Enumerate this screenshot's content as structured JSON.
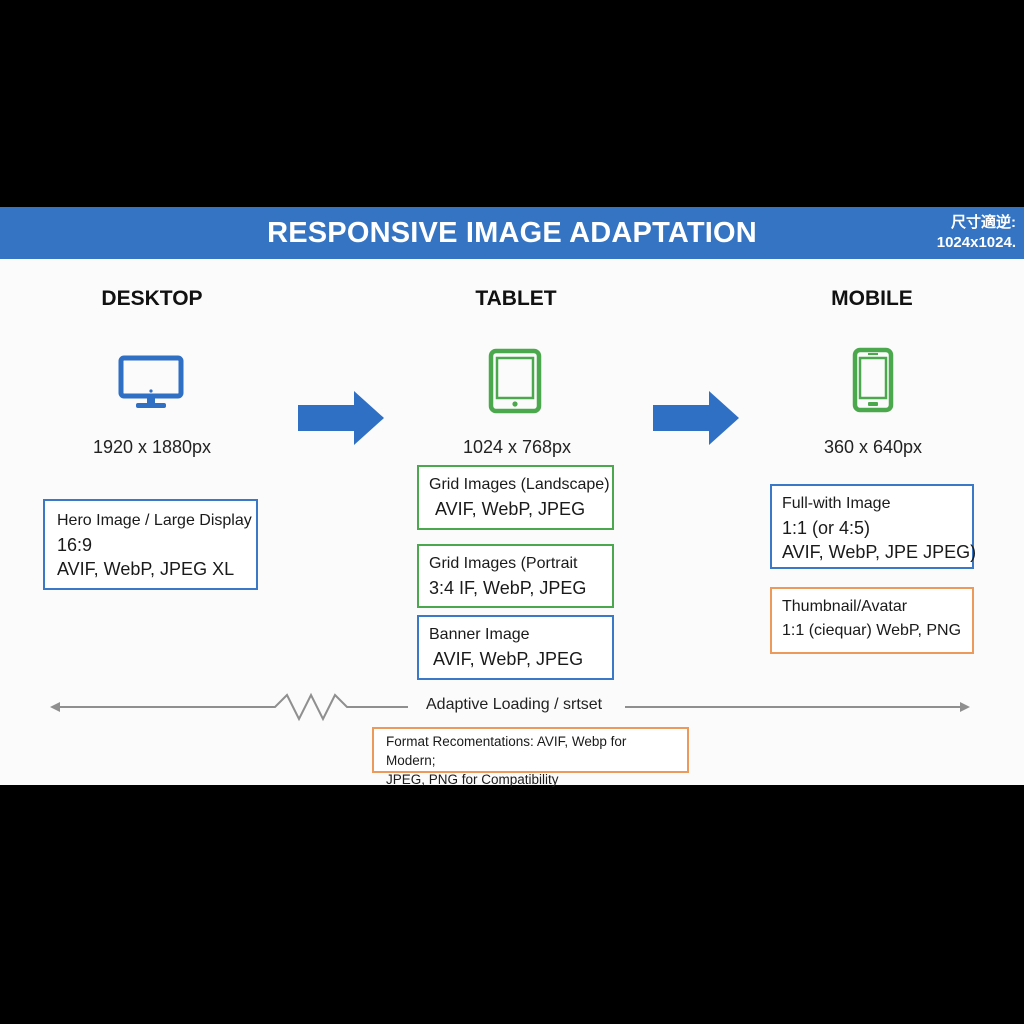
{
  "banner": {
    "title": "RESPONSIVE IMAGE ADAPTATION",
    "corner_note": [
      "尺寸適逆:",
      "1024x1024."
    ]
  },
  "columns": {
    "desktop": {
      "heading": "DESKTOP",
      "icon": "desktop-monitor-icon",
      "resolution": "1920 x 1880px",
      "boxes": [
        {
          "color": "blue",
          "lines": [
            "Hero Image / Large Display",
            "16:9",
            "AVIF, WebP, JPEG XL"
          ]
        }
      ]
    },
    "tablet": {
      "heading": "TABLET",
      "icon": "tablet-icon",
      "resolution": "1024 x 768px",
      "boxes": [
        {
          "color": "green",
          "lines": [
            "Grid Images (Landscape)",
            "AVIF, WebP, JPEG"
          ]
        },
        {
          "color": "green",
          "lines": [
            "Grid Images (Portrait",
            "3:4 IF, WebP, JPEG"
          ]
        },
        {
          "color": "blue",
          "lines": [
            "Banner Image",
            "AVIF, WebP, JPEG"
          ]
        }
      ]
    },
    "mobile": {
      "heading": "MOBILE",
      "icon": "smartphone-icon",
      "resolution": "360 x 640px",
      "boxes": [
        {
          "color": "blue",
          "lines": [
            "Full-with Image",
            "1:1  (or 4:5)",
            "AVIF, WebP, JPE JPEG)"
          ]
        },
        {
          "color": "orange",
          "lines": [
            "Thumbnail/Avatar",
            "1:1 (ciequar) WebP, PNG"
          ]
        }
      ]
    }
  },
  "adaptive": {
    "label": "Adaptive Loading / srtset"
  },
  "format_note": {
    "lines": [
      "Format Recomentations: AVIF, Webp for Modern;",
      "JPEG, PNG for Compatibility"
    ]
  },
  "colors": {
    "banner_blue": "#3474c2",
    "icon_blue": "#2f6fc4",
    "icon_green": "#4ca84d",
    "box_blue": "#3a79c5",
    "box_green": "#4ca84d",
    "box_orange": "#ec9a5a"
  }
}
